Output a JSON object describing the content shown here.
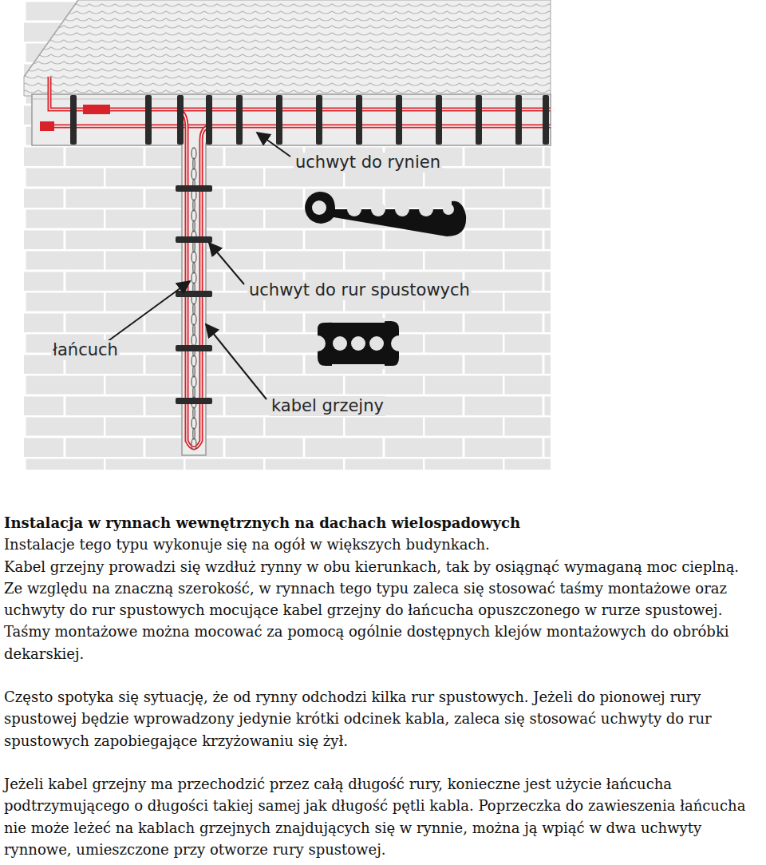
{
  "diagram": {
    "title": "Instalacja w rynnach wewnętrznych na dachach wielospadowych",
    "labels": [
      "uchwyt do rynien",
      "uchwyt do rur spustowych",
      "łańcuch",
      "kabel grzejny",
      "Instalacje tego typu wykonuje się na ogół w większych budynkach.",
      "Kabel grzejny prowadzi się wzdłuż rynny w obu kierunkach, tak by osiągnąć wymaganą moc cieplną.",
      "Ze względu na znaczną szerokość, w rynnach tego typu zaleca się stosować taśmy montażowe oraz uchwyty do rur spustowych mocujące kabel grzejny do łańcucha opuszczonego w rurze spustowej.",
      "Taśmy montażowe można mocować za pomocą ogólnie dostępnych klejów montażowych do obróbki dekarskiej.",
      "Często spotyka się sytuację, że od rynny odchodzi kilka rur spustowych. Jeżeli do pionowej rury spustowej będzie wprowadzony jedynie krótki odcinek kabla, zaleca się stosować uchwyty do rur spustowych zapobiegające krzyżowaniu się żył.",
      "Jeżeli kabel grzejny ma przechodzić przez całą długość rury, konieczne jest użycie łańcucha podtrzymującego o długości takiej samej jak długość pętli kabla. Poprzeczka do zawieszenia łańcucha nie może leżeć na kablach grzejnych znajdujących się w rynnie, można ją wpiąć w dwa uchwyty rynnowe, umieszczone przy otworze rury spustowej."
    ]
  }
}
